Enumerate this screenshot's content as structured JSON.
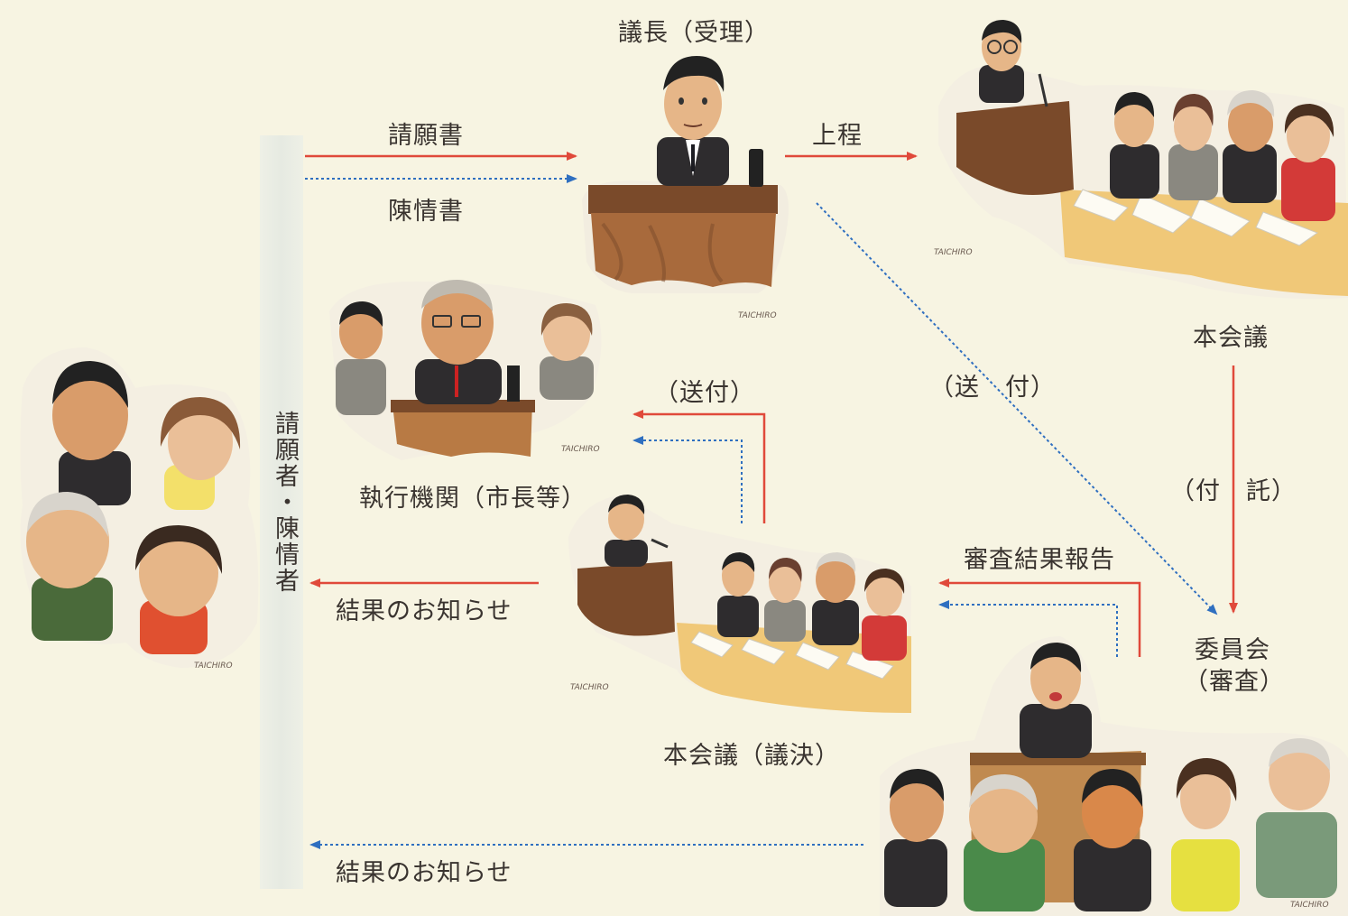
{
  "labels": {
    "chair": "議長（受理）",
    "petition": "請願書",
    "statement": "陳情書",
    "submit": "上程",
    "plenary_top": "本会議",
    "send_right": "（送　付）",
    "send_left": "（送付）",
    "refer": "（付　託）",
    "executive": "執行機関（市長等）",
    "review_report": "審査結果報告",
    "committee_line1": "委員会",
    "committee_line2": "（審査）",
    "notify_1": "結果のお知らせ",
    "plenary_vote": "本会議（議決）",
    "notify_2": "結果のお知らせ",
    "petitioners": "請願者・陳情者"
  },
  "colors": {
    "background": "#f7f4e2",
    "red_arrow": "#e0493a",
    "blue_arrow": "#2f6fc0",
    "text": "#3a3430"
  }
}
